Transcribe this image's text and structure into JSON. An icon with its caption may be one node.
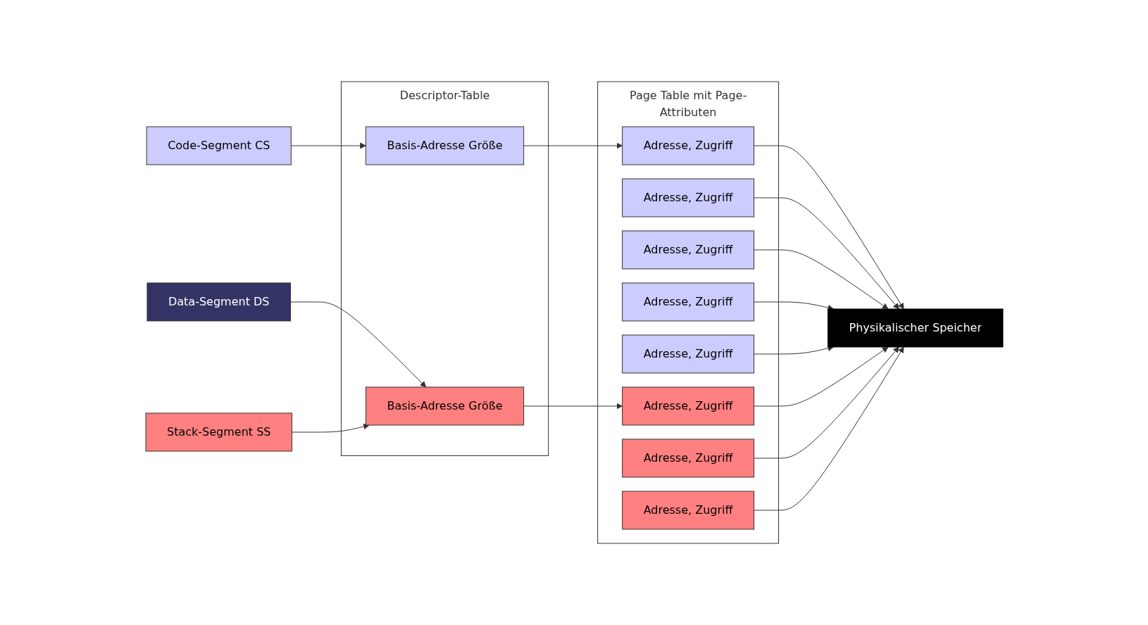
{
  "diagram": {
    "nodes": [
      {
        "text": [
          "Code-Segment CS"
        ]
      },
      {
        "text": [
          "Data-Segment DS"
        ]
      },
      {
        "text": [
          "Stack-Segment SS"
        ]
      },
      {
        "text": [
          "Descriptor-Table"
        ]
      },
      {
        "text": [
          "Basis-Adresse Größe"
        ],
        "in": 3
      },
      {
        "text": [
          "Basis-Adresse Größe"
        ],
        "in": 3
      },
      {
        "text": [
          "Page Table mit Page-Attributen"
        ]
      },
      {
        "text": [
          "Adresse, Zugriff"
        ],
        "in": 6
      },
      {
        "text": [
          "Adresse, Zugriff"
        ],
        "in": 6
      },
      {
        "text": [
          "Adresse, Zugriff"
        ],
        "in": 6
      },
      {
        "text": [
          "Adresse, Zugriff"
        ],
        "in": 6
      },
      {
        "text": [
          "Adresse, Zugriff"
        ],
        "in": 6
      },
      {
        "text": [
          "Adresse, Zugriff"
        ],
        "in": 6
      },
      {
        "text": [
          "Adresse, Zugriff"
        ],
        "in": 6
      },
      {
        "text": [
          "Adresse, Zugriff"
        ],
        "in": 6
      },
      {
        "text": [
          "Physikalischer Speicher"
        ]
      }
    ],
    "edges": [
      {
        "from": 0,
        "to": 4,
        "arrow": "to"
      },
      {
        "from": 1,
        "to": 5,
        "arrow": "to"
      },
      {
        "from": 2,
        "to": 5,
        "arrow": "to"
      },
      {
        "from": 4,
        "to": 7,
        "arrow": "to"
      },
      {
        "from": 5,
        "to": 12,
        "arrow": "to"
      },
      {
        "from": 7,
        "to": 15,
        "arrow": "to"
      },
      {
        "from": 8,
        "to": 15,
        "arrow": "to"
      },
      {
        "from": 9,
        "to": 15,
        "arrow": "to"
      },
      {
        "from": 10,
        "to": 15,
        "arrow": "to"
      },
      {
        "from": 11,
        "to": 15,
        "arrow": "to"
      },
      {
        "from": 12,
        "to": 15,
        "arrow": "to"
      },
      {
        "from": 13,
        "to": 15,
        "arrow": "to"
      },
      {
        "from": 14,
        "to": 15,
        "arrow": "to"
      }
    ]
  }
}
